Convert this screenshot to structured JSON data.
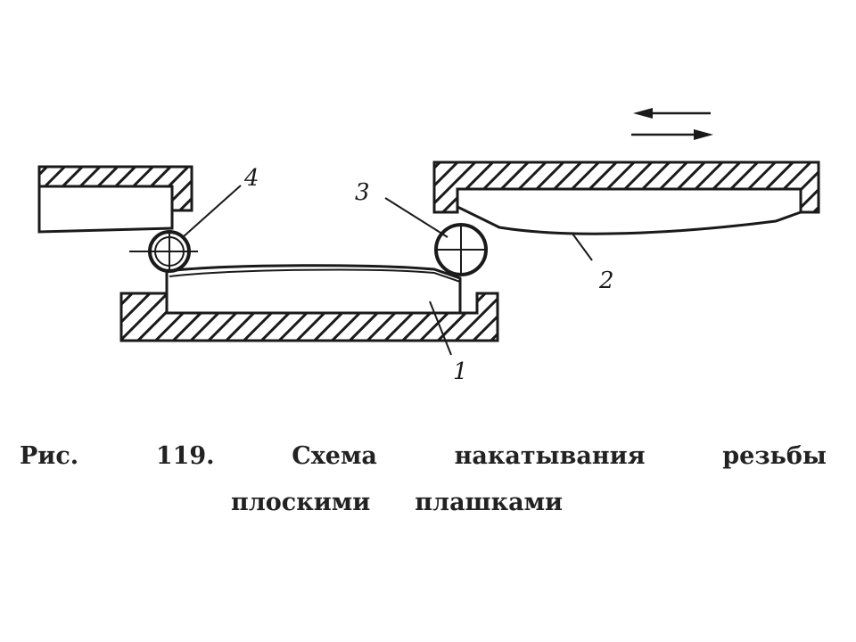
{
  "figure": {
    "part_labels": {
      "lower_die": "1",
      "upper_die": "2",
      "blank": "3",
      "threaded_blank": "4"
    },
    "colors": {
      "ink": "#1a1a1a",
      "paper": "#ffffff"
    }
  },
  "caption": {
    "line1": [
      "Рис.",
      "119.",
      "Схема",
      "накатывания",
      "резьбы"
    ],
    "line2": [
      "плоскими",
      "плашками"
    ]
  }
}
